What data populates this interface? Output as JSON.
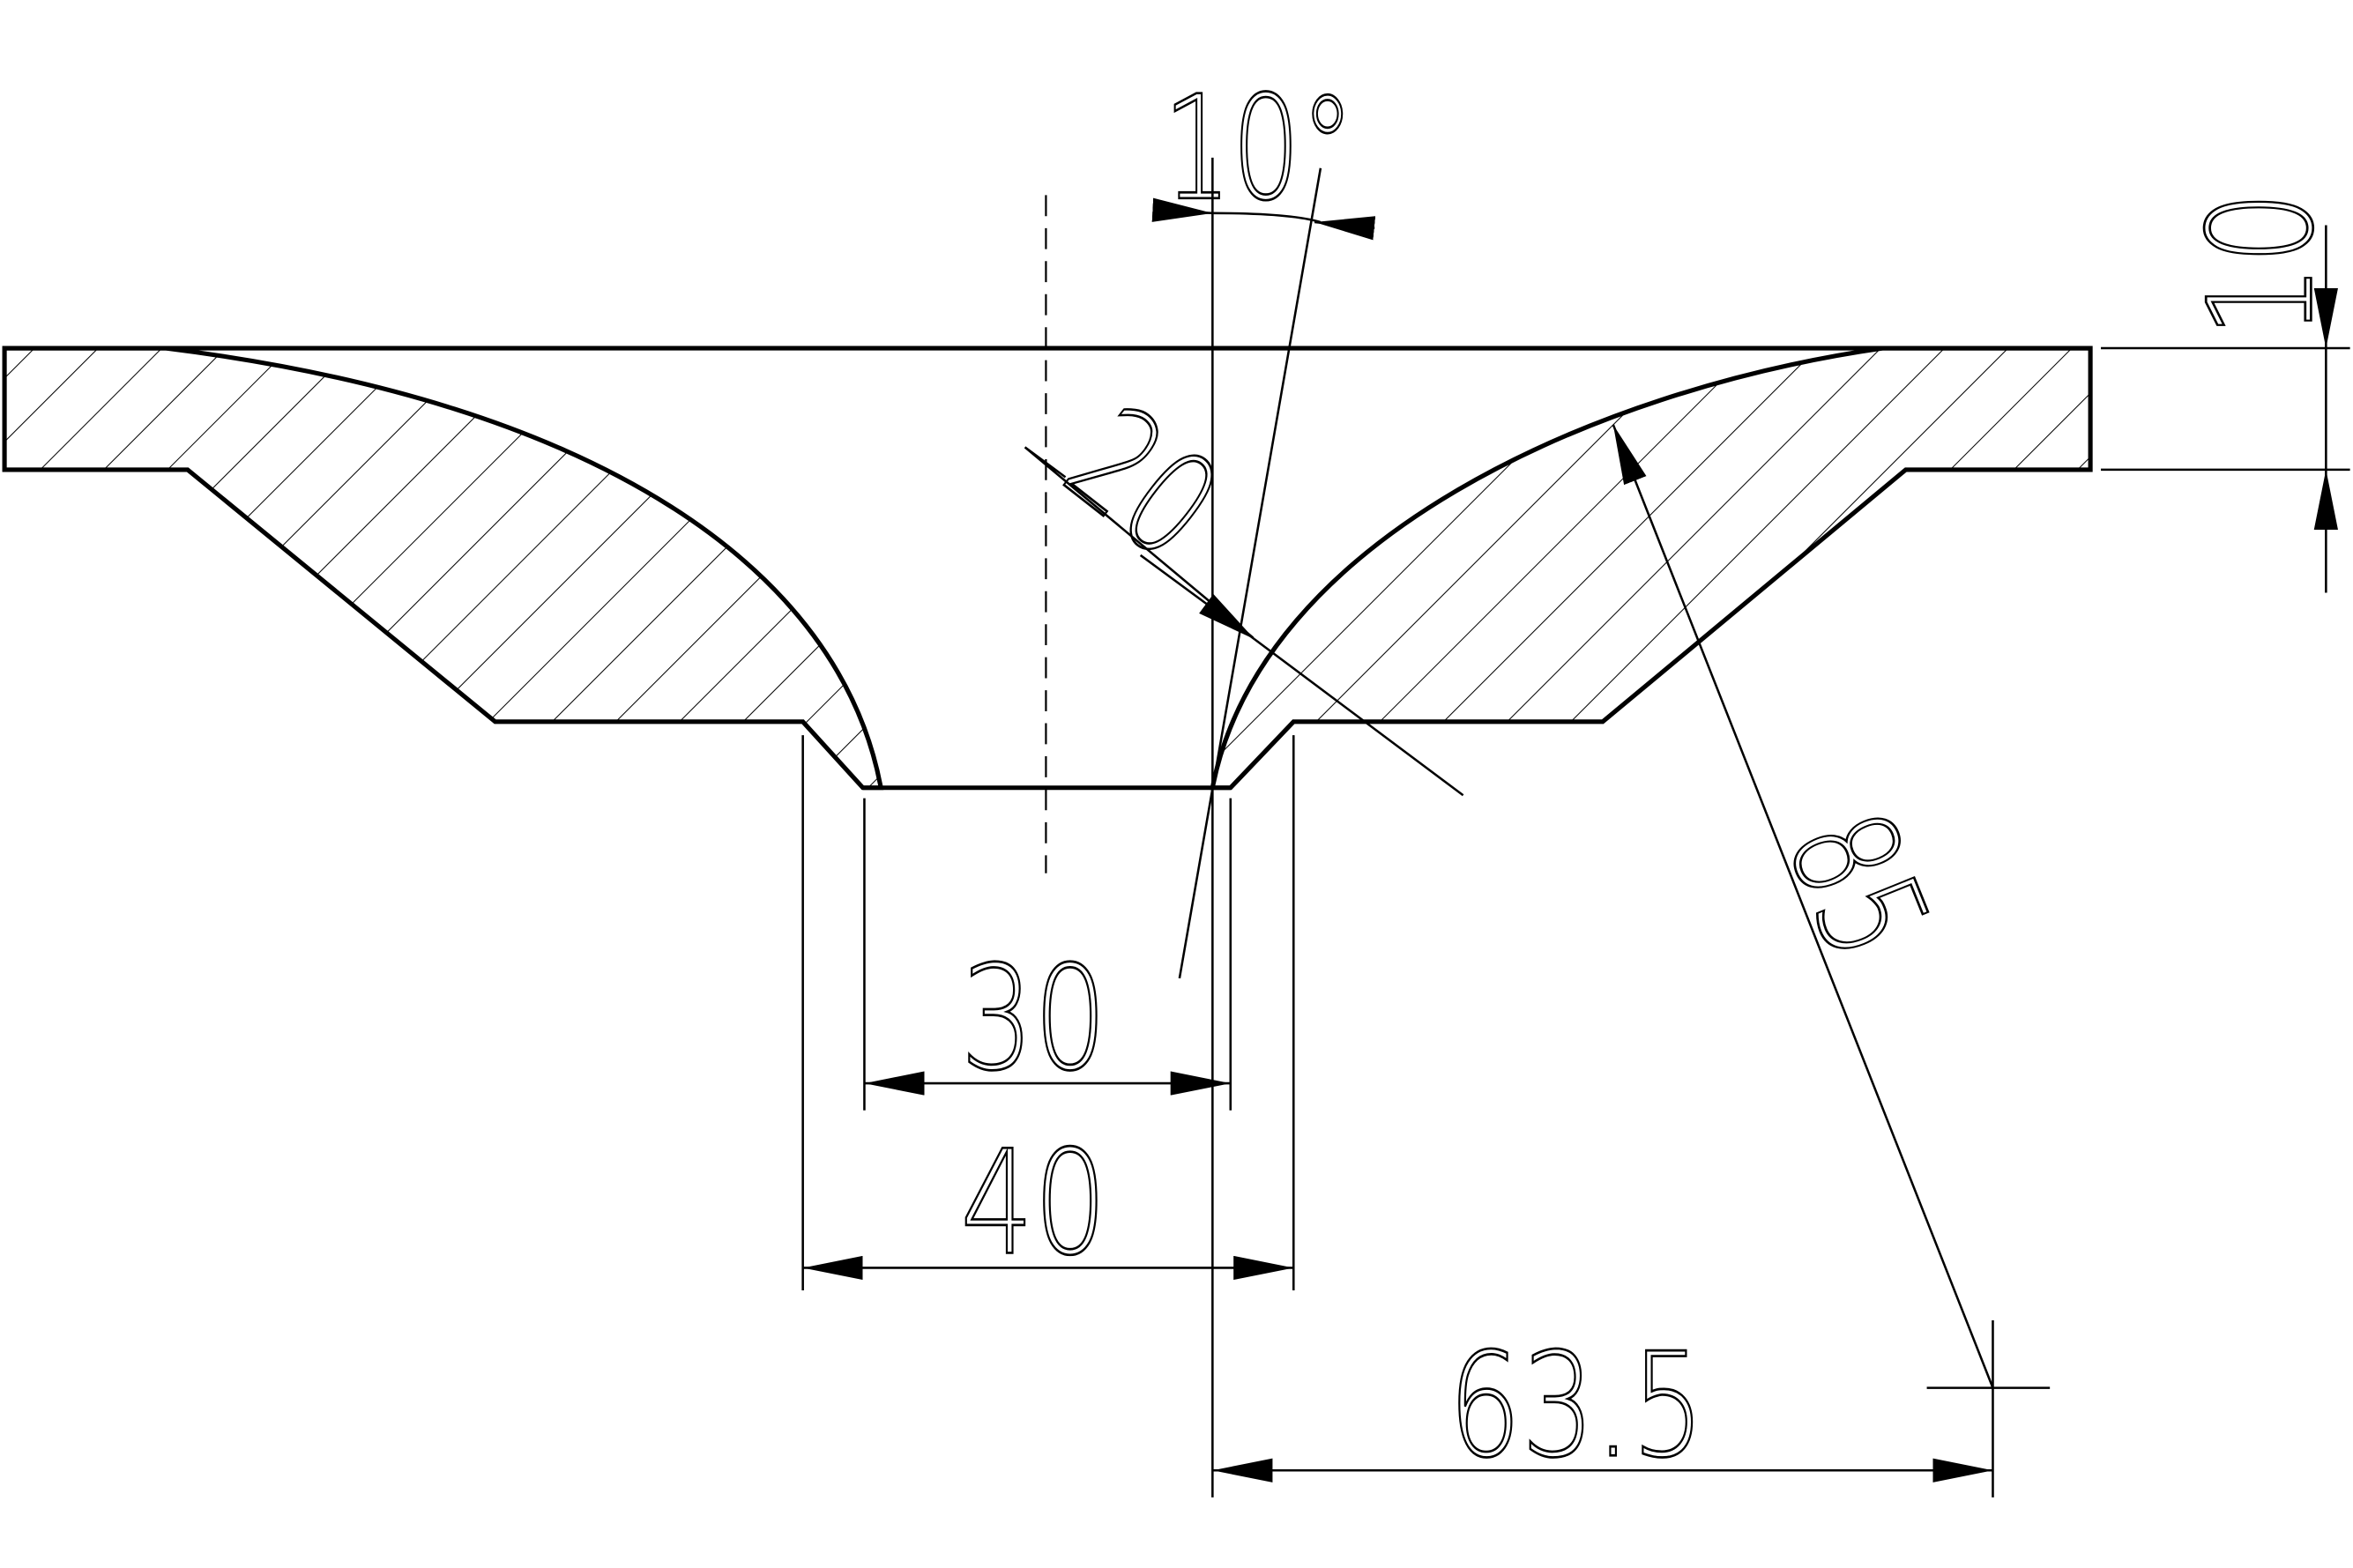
{
  "drawing": {
    "colors": {
      "line": "#000000",
      "background": "#ffffff"
    },
    "dimensions": {
      "angle": "10°",
      "inner_radius": "20",
      "bottom_width_inner": "30",
      "bottom_width_outer": "40",
      "outer_radius_center_offset": "63.5",
      "outer_radius": "85",
      "flange_thickness": "10"
    }
  }
}
